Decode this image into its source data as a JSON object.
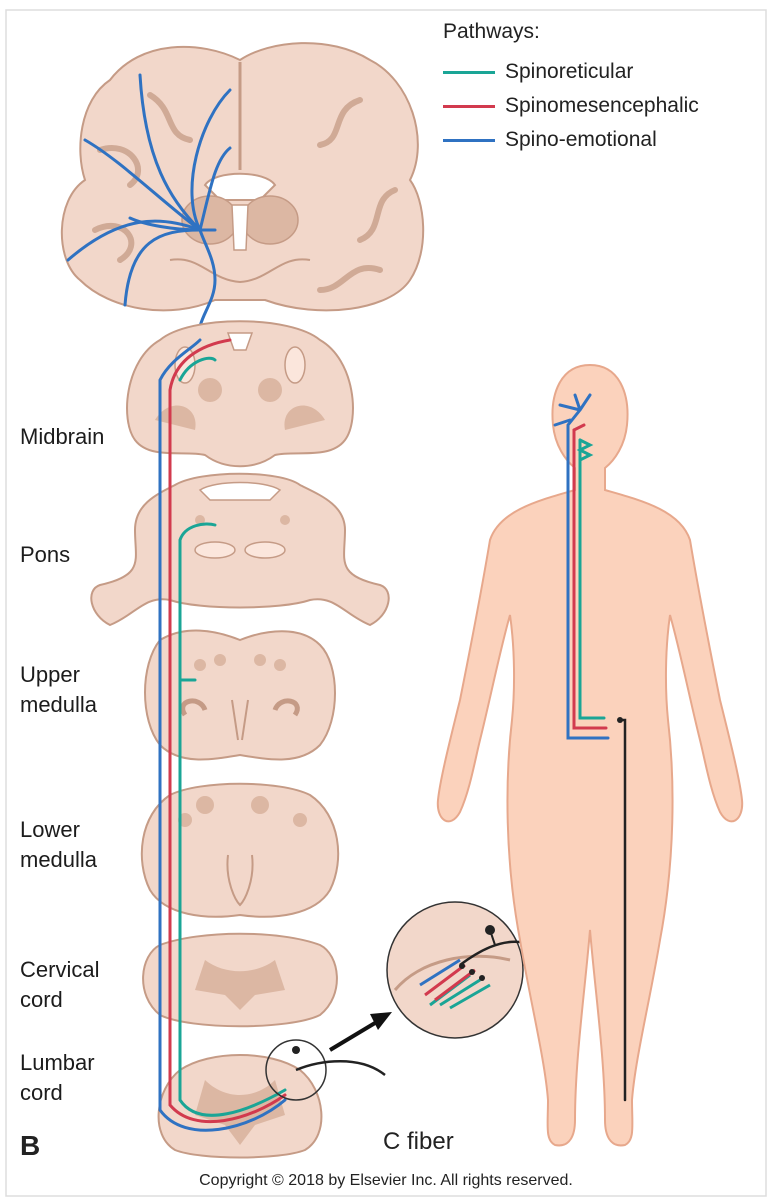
{
  "legend": {
    "title": "Pathways:",
    "items": [
      {
        "label": "Spinoreticular",
        "color": "#1aa596"
      },
      {
        "label": "Spinomesencephalic",
        "color": "#d23a4e"
      },
      {
        "label": "Spino-emotional",
        "color": "#2f72c2"
      }
    ]
  },
  "levels": [
    {
      "line1": "Midbrain",
      "line2": ""
    },
    {
      "line1": "Pons",
      "line2": ""
    },
    {
      "line1": "Upper",
      "line2": "medulla"
    },
    {
      "line1": "Lower",
      "line2": "medulla"
    },
    {
      "line1": "Cervical",
      "line2": "cord"
    },
    {
      "line1": "Lumbar",
      "line2": "cord"
    }
  ],
  "panel_letter": "B",
  "fiber_label": "C fiber",
  "copyright": "Copyright © 2018 by Elsevier Inc. All rights reserved.",
  "colors": {
    "tissue": "#f2d7ca",
    "tissue_dark": "#d9b39e",
    "outline": "#b58f7c",
    "skin": "#fbd2bc"
  }
}
